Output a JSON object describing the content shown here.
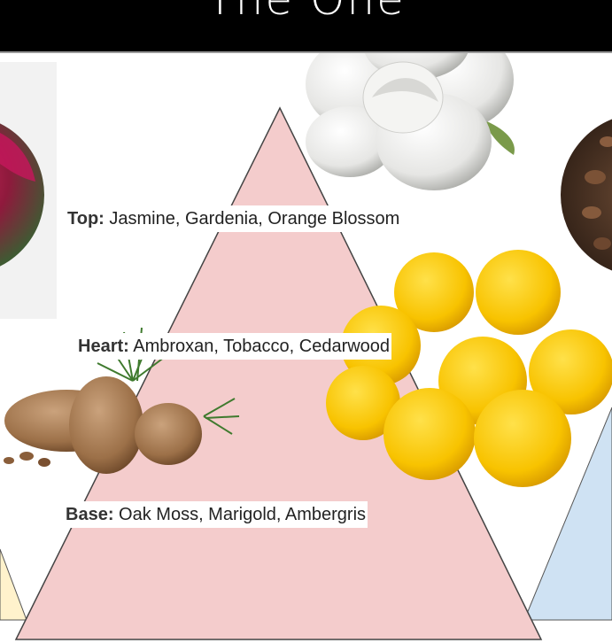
{
  "header": {
    "title": "The One"
  },
  "pyramid": {
    "top": {
      "label": "Top:",
      "notes": "Jasmine, Gardenia, Orange Blossom"
    },
    "heart": {
      "label": "Heart:",
      "notes": "Ambroxan, Tobacco, Cedarwood"
    },
    "base": {
      "label": "Base:",
      "notes": "Oak Moss, Marigold, Ambergris"
    }
  },
  "colors": {
    "header_bg": "#000000",
    "pyramid_fill": "#f4cccc",
    "side_pyramid_blue": "#cfe2f3",
    "side_pyramid_yellow": "#fff2cc"
  },
  "images": [
    {
      "icon": "pink-flower-photo"
    },
    {
      "icon": "gardenia-photo"
    },
    {
      "icon": "coffee-beans-photo"
    },
    {
      "icon": "marigold-photo"
    },
    {
      "icon": "cedar-cones-photo"
    }
  ]
}
